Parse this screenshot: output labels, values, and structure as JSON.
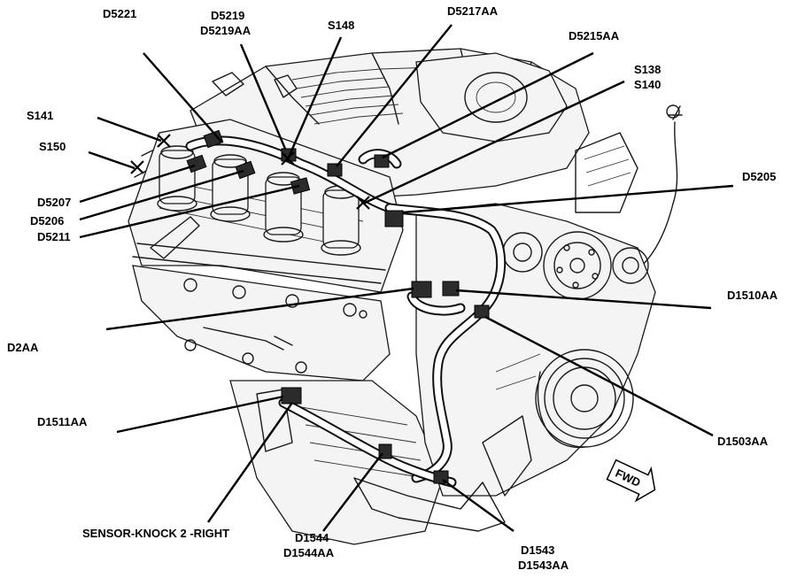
{
  "diagram": {
    "labels": {
      "d5221": "D5221",
      "d5219": "D5219",
      "d5219aa": "D5219AA",
      "s148": "S148",
      "d5217aa": "D5217AA",
      "d5215aa": "D5215AA",
      "s138": "S138",
      "s140": "S140",
      "s141": "S141",
      "s150": "S150",
      "d5205": "D5205",
      "d5207": "D5207",
      "d5206": "D5206",
      "d5211": "D5211",
      "d1510aa": "D1510AA",
      "d2aa": "D2AA",
      "d1511aa": "D1511AA",
      "d1503aa": "D1503AA",
      "sensor_knock": "SENSOR-KNOCK 2 -RIGHT",
      "d1544": "D1544",
      "d1544aa": "D1544AA",
      "d1543": "D1543",
      "d1543aa": "D1543AA",
      "fwd": "FWD"
    }
  }
}
